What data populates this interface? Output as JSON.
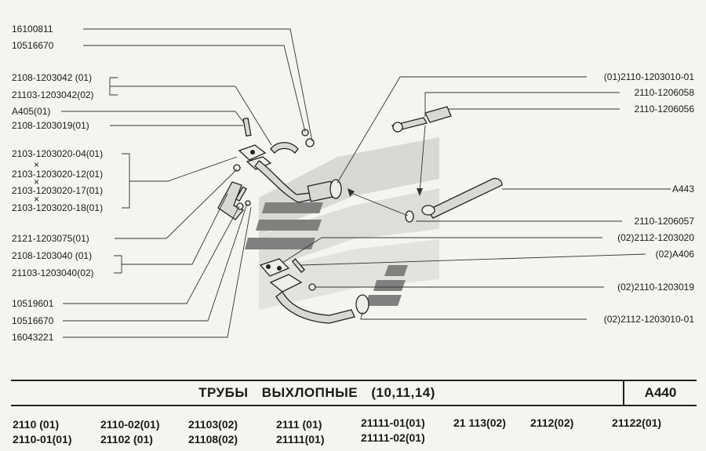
{
  "header": {
    "title": "ТРУБЫ    ВЫХЛОПНЫЕ  (10,11,14)",
    "code": "А440"
  },
  "labels_left": [
    "16100811",
    "10516670",
    "2108-1203042  (01)",
    "21103-1203042(02)",
    "А405(01)",
    "2108-1203019(01)",
    "2103-1203020-04(01)",
    "2103-1203020-12(01)",
    "2103-1203020-17(01)",
    "2103-1203020-18(01)",
    "2121-1203075(01)",
    "2108-1203040  (01)",
    "21103-1203040(02)",
    "10519601",
    "10516670",
    "16043221"
  ],
  "labels_right": [
    "(01)2110-1203010-01",
    "2110-1206058",
    "2110-1206056",
    "А443",
    "2110-1206057",
    "(02)2112-1203020",
    "(02)А406",
    "(02)2110-1203019",
    "(02)2112-1203010-01"
  ],
  "models": [
    "2110    (01)",
    "2110-01(01)",
    "2110-02(01)",
    "21102   (01)",
    "21103(02)",
    "21108(02)",
    "2111   (01)",
    "21111(01)",
    "21111-01(01)",
    "21111-02(01)",
    "21 113(02)",
    "2112(02)",
    "21122(01)"
  ]
}
